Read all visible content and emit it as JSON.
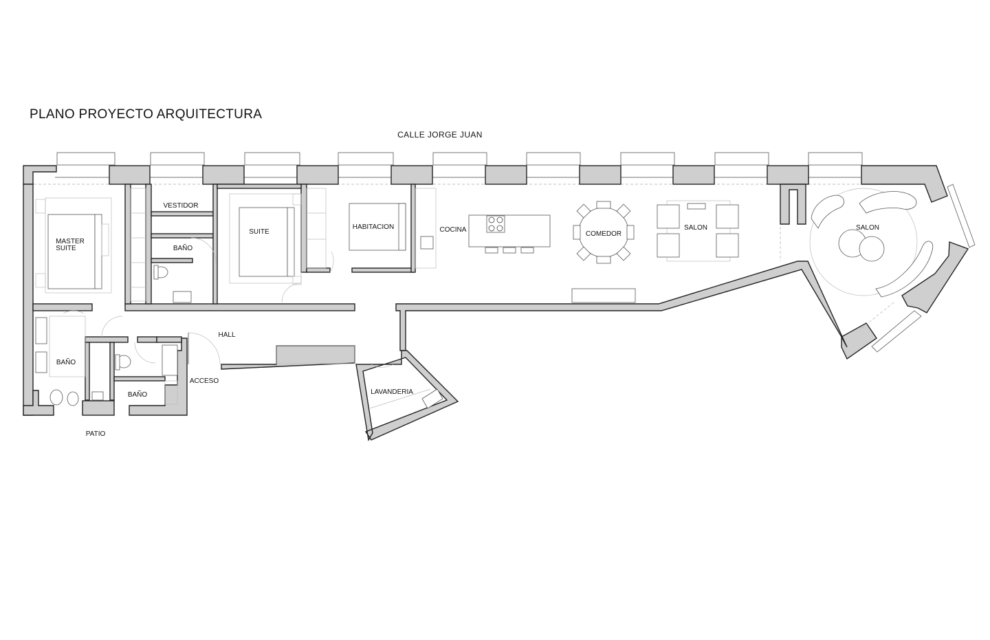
{
  "title": "PLANO PROYECTO ARQUITECTURA",
  "street": "CALLE JORGE JUAN",
  "rooms": {
    "master_suite_line1": "MASTER",
    "master_suite_line2": "SUITE",
    "vestidor": "VESTIDOR",
    "bano_1": "BAÑO",
    "suite": "SUITE",
    "habitacion": "HABITACION",
    "cocina": "COCINA",
    "comedor": "COMEDOR",
    "salon_1": "SALON",
    "salon_2": "SALON",
    "bano_2": "BAÑO",
    "bano_3": "BAÑO",
    "hall": "HALL",
    "acceso": "ACCESO",
    "lavanderia": "LAVANDERIA",
    "patio": "PATIO"
  },
  "colors": {
    "wall_fill": "#cfcfcf",
    "line": "#222222"
  }
}
